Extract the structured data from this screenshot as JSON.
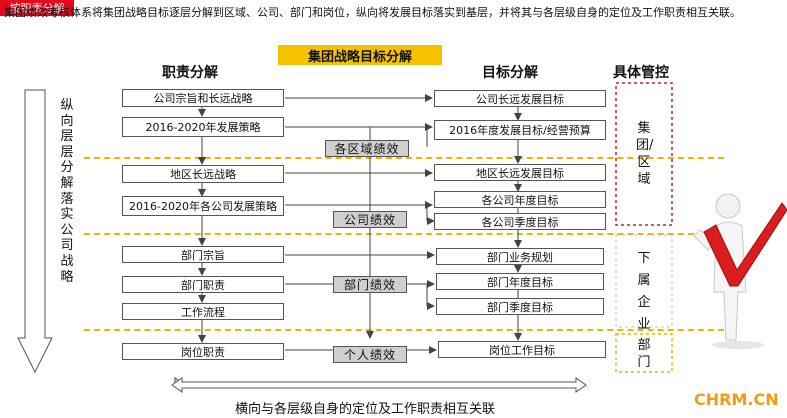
{
  "intro": "集团绩效考核体系将集团战略目标逐层分解到区域、公司、部门和岗位，纵向将发展目标落实到基层，并将其与各层级自身的定位及工作职责相互关联。",
  "banner": "集团战略目标分解",
  "headers": {
    "duty": "职责分解",
    "goal": "目标分解",
    "control": "具体管控"
  },
  "left_vertical": "纵向层层分解落实公司战略",
  "left_boxes": [
    "公司宗旨和长远战略",
    "2016-2020年发展策略",
    "地区长远战略",
    "2016-2020年各公司发展策略",
    "部门宗旨",
    "部门职责",
    "工作流程",
    "岗位职责"
  ],
  "right_boxes": [
    "公司长远发展目标",
    "2016年度发展目标/经营预算",
    "地区长远发展目标",
    "各公司年度目标",
    "各公司季度目标",
    "部门业务规划",
    "部门年度目标",
    "部门季度目标",
    "岗位工作目标"
  ],
  "perf_labels": [
    "各区域绩效",
    "公司绩效",
    "部门绩效",
    "个人绩效"
  ],
  "duty_split": "按职责分解",
  "control_labels": [
    "集团/区域",
    "下属企业",
    "部门"
  ],
  "bottom_label": "横向与各层级自身的定位及工作职责相互关联",
  "logo": "CHRM.CN",
  "colors": {
    "banner": "#f6c200",
    "dashed": "#f0b400",
    "duty_split": "#e8071b",
    "logo": "#f39c12",
    "check": "#d81e1e"
  }
}
